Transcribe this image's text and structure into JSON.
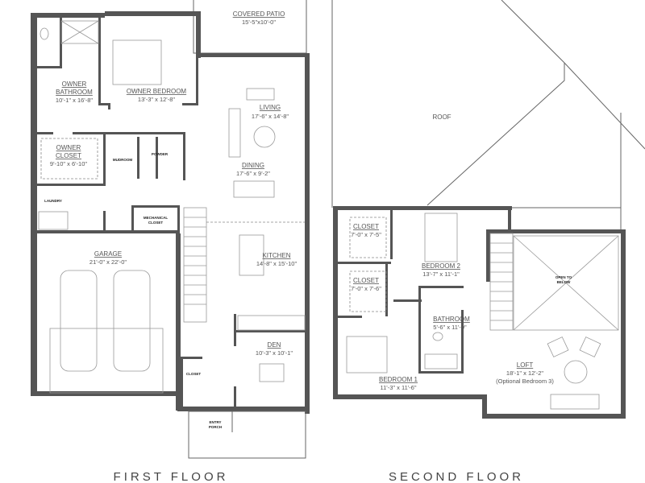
{
  "first_floor": {
    "title": "FIRST FLOOR",
    "rooms": {
      "covered_patio": {
        "name": "COVERED PATIO",
        "dim": "15'-5\"x10'-0\""
      },
      "owner_bathroom": {
        "name": "OWNER",
        "name2": "BATHROOM",
        "dim": "10'-1\" x 16'-8\""
      },
      "owner_bedroom": {
        "name": "OWNER BEDROOM",
        "dim": "13'-3\" x 12'-8\""
      },
      "living": {
        "name": "LIVING",
        "dim": "17'-6\" x 14'-8\""
      },
      "owner_closet": {
        "name": "OWNER",
        "name2": "CLOSET",
        "dim": "9'-10\" x 6'-10\""
      },
      "mudroom": {
        "name": "MUDROOM"
      },
      "powder": {
        "name": "POWDER"
      },
      "dining": {
        "name": "DINING",
        "dim": "17'-6\" x 9'-2\""
      },
      "laundry": {
        "name": "LAUNDRY"
      },
      "mechanical_closet": {
        "name": "MECHANICAL",
        "name2": "CLOSET"
      },
      "garage": {
        "name": "GARAGE",
        "dim": "21'-0\" x 22'-0\""
      },
      "kitchen": {
        "name": "KITCHEN",
        "dim": "14'-8\" x 15'-10\""
      },
      "den": {
        "name": "DEN",
        "dim": "10'-3\" x 10'-1\""
      },
      "closet": {
        "name": "CLOSET"
      },
      "entry_porch": {
        "name": "ENTRY",
        "name2": "PORCH"
      }
    }
  },
  "second_floor": {
    "title": "SECOND FLOOR",
    "roof_label": "ROOF",
    "rooms": {
      "closet_1": {
        "name": "CLOSET",
        "dim": "7'-0\" x 7'-5\""
      },
      "bedroom_2": {
        "name": "BEDROOM 2",
        "dim": "13'-7\" x 11'-1\""
      },
      "closet_2": {
        "name": "CLOSET",
        "dim": "7'-0\" x 7'-6\""
      },
      "open_to_below": {
        "name": "OPEN TO",
        "name2": "BELOW"
      },
      "bathroom": {
        "name": "BATHROOM",
        "dim": "5'-6\" x 11'-9\""
      },
      "bedroom_1": {
        "name": "BEDROOM 1",
        "dim": "11'-3\" x 11'-6\""
      },
      "loft": {
        "name": "LOFT",
        "dim": "18'-1\" x 12'-2\"",
        "note": "(Optional Bedroom 3)"
      }
    }
  }
}
